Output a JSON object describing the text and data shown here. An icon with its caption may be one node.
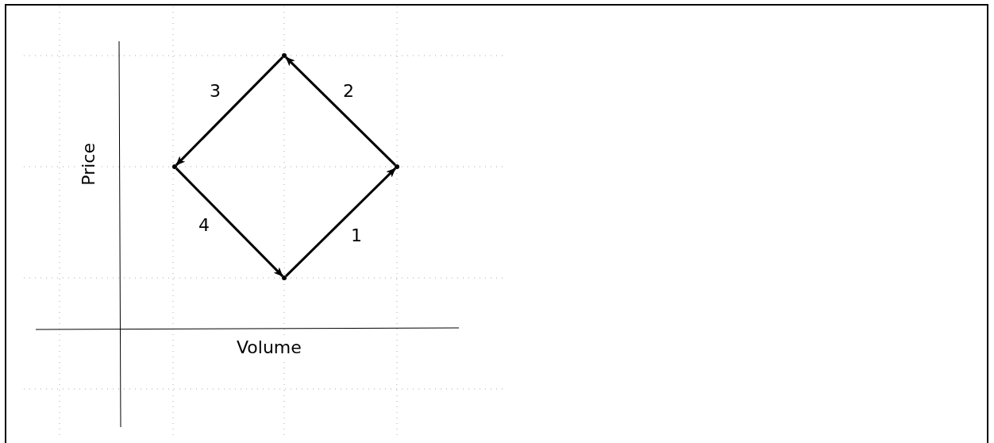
{
  "diagram": {
    "nodes": [
      {
        "text": [],
        "shape": "point"
      },
      {
        "text": [],
        "shape": "point"
      },
      {
        "text": [],
        "shape": "point"
      },
      {
        "text": [],
        "shape": "point"
      }
    ],
    "edges": [
      {
        "from": 3,
        "to": 2,
        "arrow": "to",
        "label": "1"
      },
      {
        "from": 2,
        "to": 0,
        "arrow": "to",
        "label": "2"
      },
      {
        "from": 0,
        "to": 1,
        "arrow": "to",
        "label": "3"
      },
      {
        "from": 1,
        "to": 3,
        "arrow": "to",
        "label": "4"
      }
    ],
    "labels": [
      "Price",
      "Volume"
    ]
  }
}
